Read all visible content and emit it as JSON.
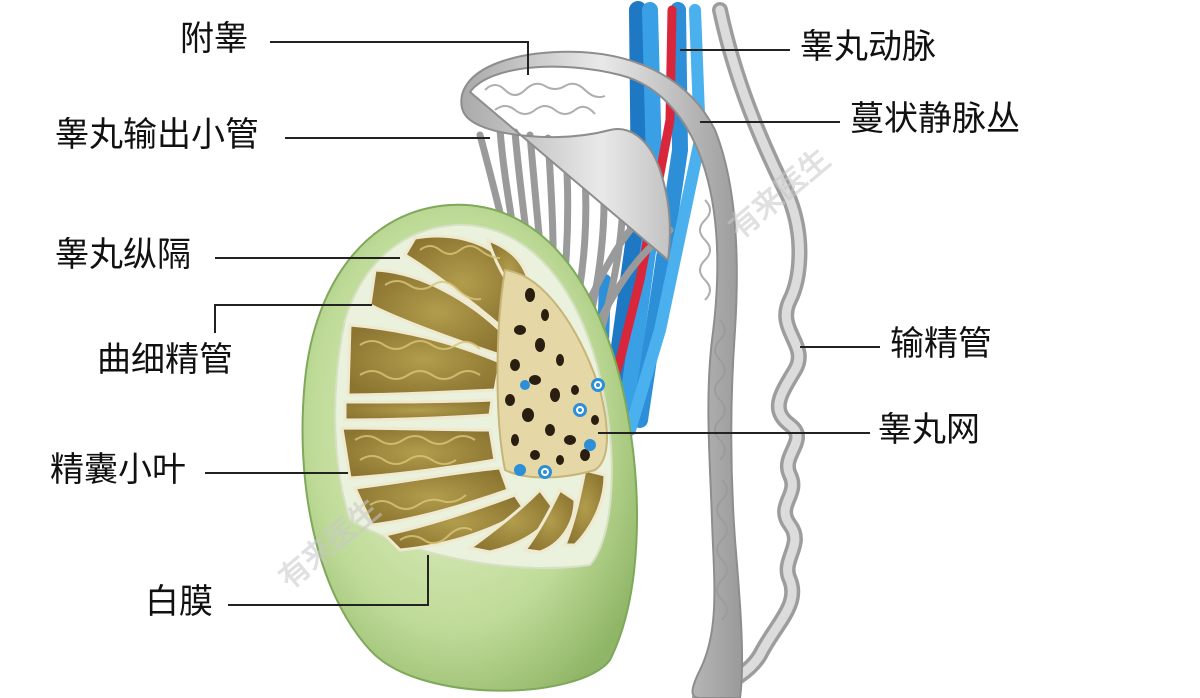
{
  "labels": {
    "epididymis": "附睾",
    "efferent_ductules": "睾丸输出小管",
    "septum": "睾丸纵隔",
    "seminiferous_tubules": "曲细精管",
    "lobules": "精囊小叶",
    "tunica_albuginea": "白膜",
    "testicular_artery": "睾丸动脉",
    "pampiniform_plexus": "蔓状静脉丛",
    "vas_deferens": "输精管",
    "rete_testis": "睾丸网"
  },
  "watermark": "有来医生",
  "colors": {
    "testis_fill": "#c9e1a4",
    "tubule_fill": "#a08a3c",
    "artery": "#d8263a",
    "vein": "#2d8fd8",
    "epididymis": "#cfcfcf",
    "leader_line": "#222222"
  }
}
